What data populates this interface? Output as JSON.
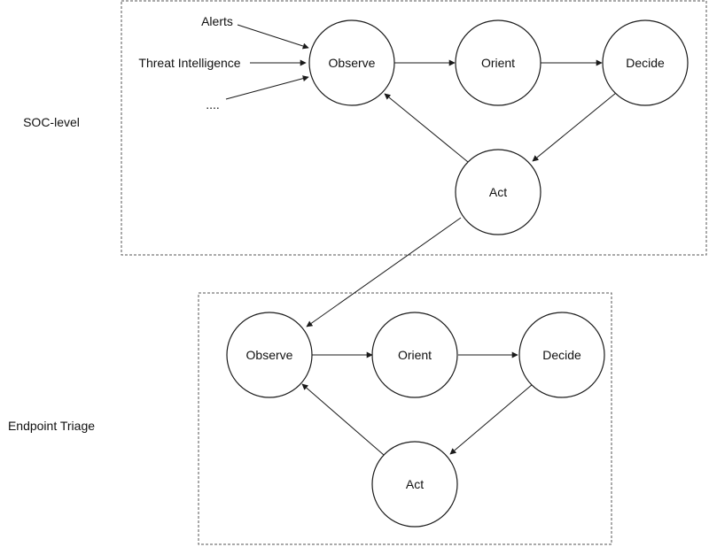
{
  "soc_level": {
    "label": "SOC-level",
    "inputs": {
      "alerts": "Alerts",
      "threat_intelligence": "Threat Intelligence",
      "more": "...."
    },
    "nodes": {
      "observe": "Observe",
      "orient": "Orient",
      "decide": "Decide",
      "act": "Act"
    }
  },
  "endpoint_triage": {
    "label": "Endpoint Triage",
    "nodes": {
      "observe": "Observe",
      "orient": "Orient",
      "decide": "Decide",
      "act": "Act"
    }
  }
}
